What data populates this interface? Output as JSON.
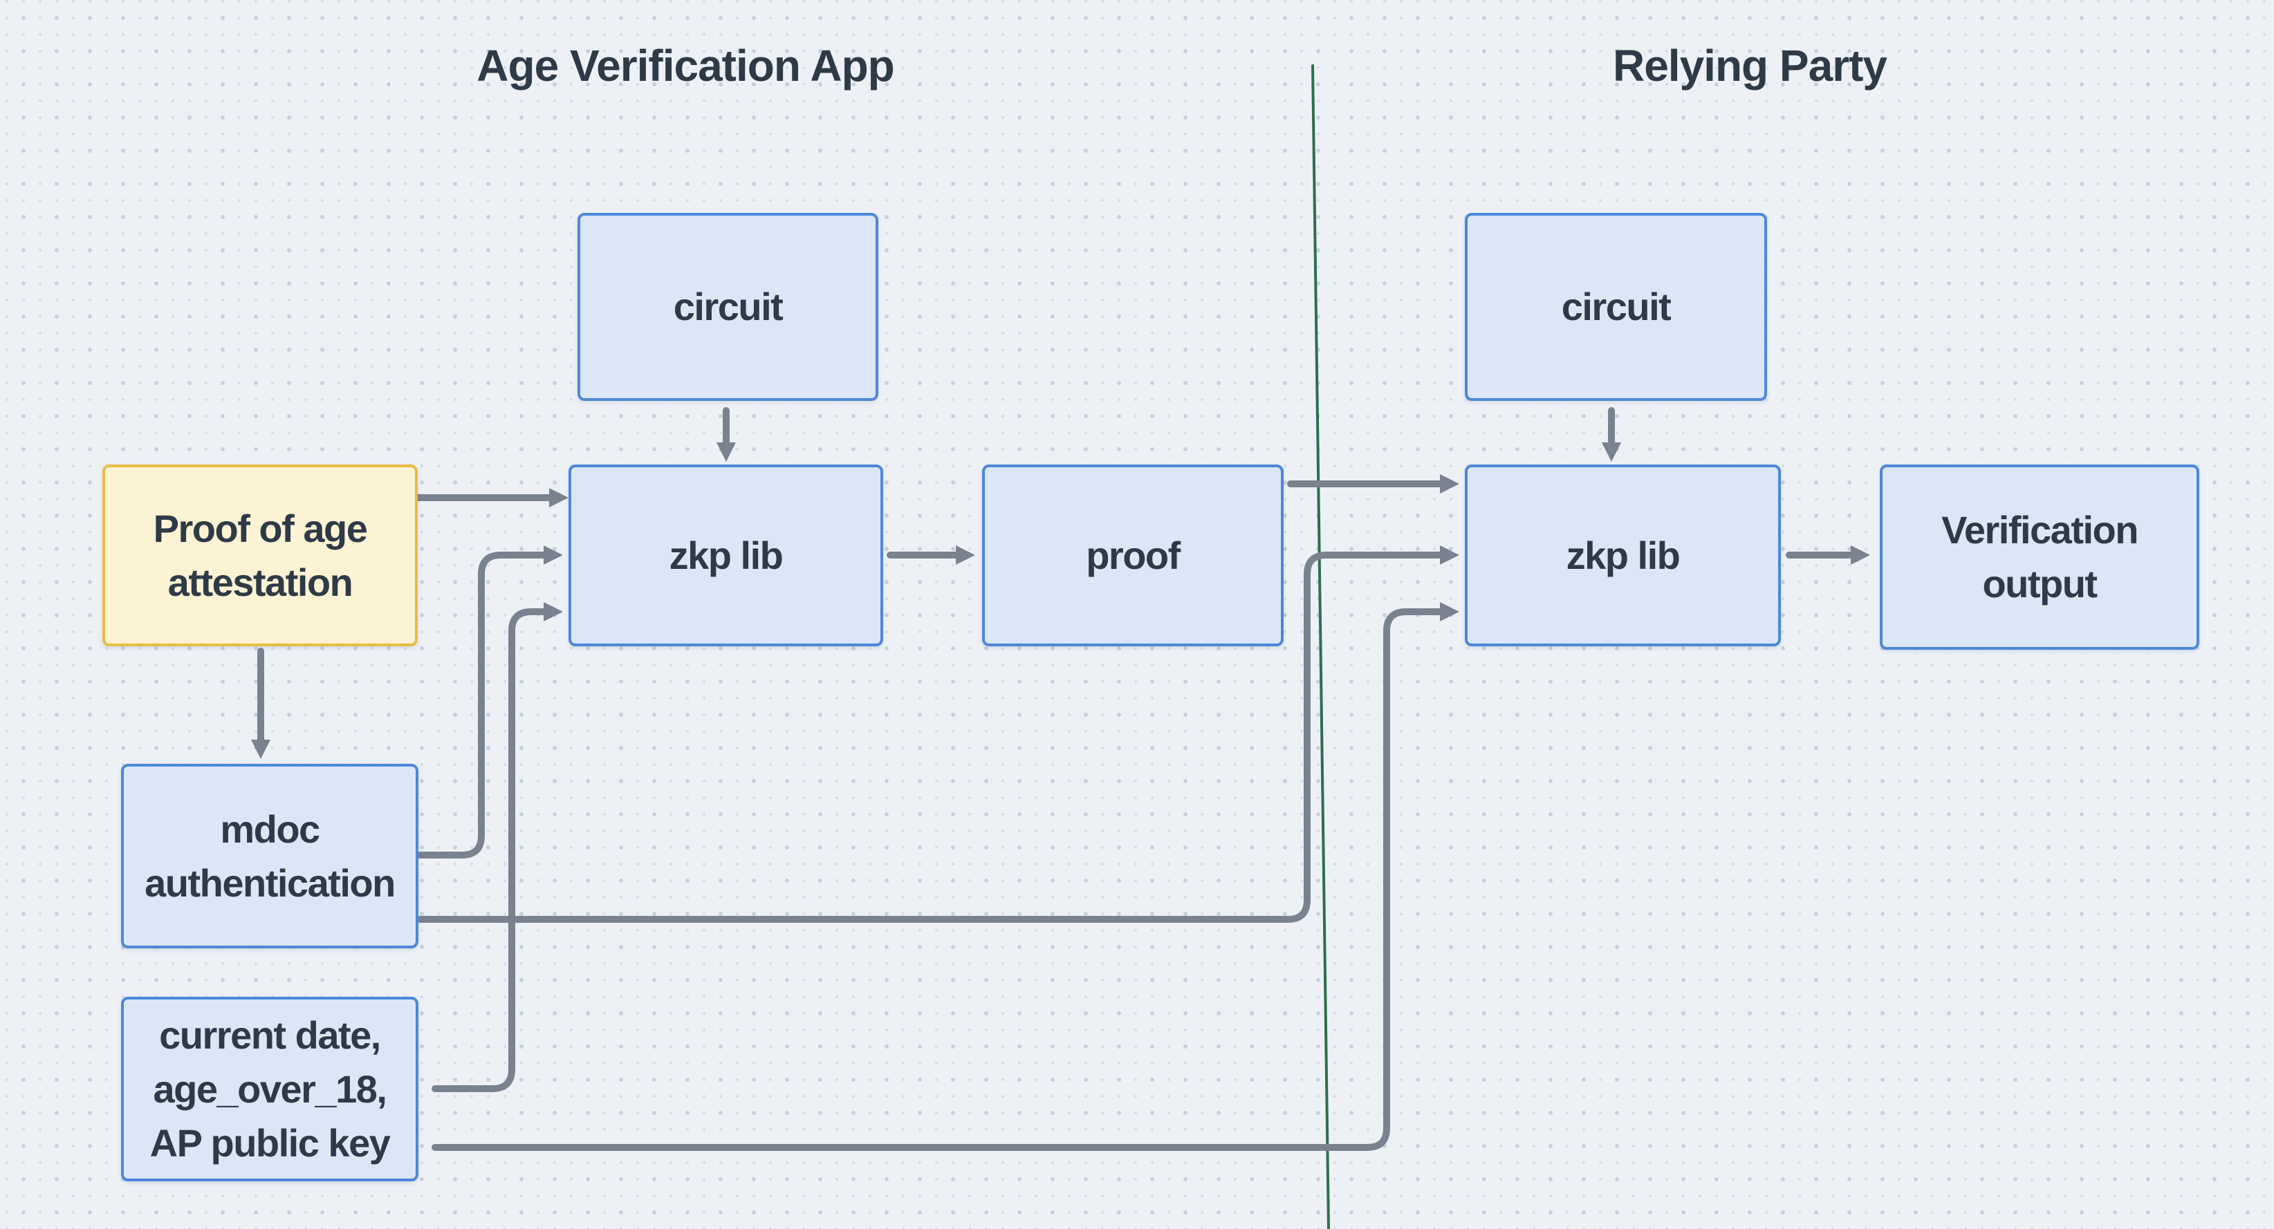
{
  "titles": {
    "left": "Age Verification App",
    "right": "Relying Party"
  },
  "nodes": [
    {
      "id": "circuit-left",
      "label": "circuit"
    },
    {
      "id": "proof-of-age-attestation",
      "label": "Proof of age\nattestation"
    },
    {
      "id": "zkp-lib-left",
      "label": "zkp lib"
    },
    {
      "id": "proof",
      "label": "proof"
    },
    {
      "id": "mdoc-authentication",
      "label": "mdoc\nauthentication"
    },
    {
      "id": "current-date-inputs",
      "label": "current date,\nage_over_18,\nAP public key"
    },
    {
      "id": "circuit-right",
      "label": "circuit"
    },
    {
      "id": "zkp-lib-right",
      "label": "zkp lib"
    },
    {
      "id": "verification-output",
      "label": "Verification\noutput"
    }
  ],
  "edges": [
    {
      "from": "circuit-left",
      "to": "zkp-lib-left"
    },
    {
      "from": "proof-of-age-attestation",
      "to": "zkp-lib-left"
    },
    {
      "from": "proof-of-age-attestation",
      "to": "mdoc-authentication"
    },
    {
      "from": "mdoc-authentication",
      "to": "zkp-lib-left"
    },
    {
      "from": "current-date-inputs",
      "to": "zkp-lib-left"
    },
    {
      "from": "zkp-lib-left",
      "to": "proof"
    },
    {
      "from": "proof",
      "to": "zkp-lib-right"
    },
    {
      "from": "mdoc-authentication",
      "to": "zkp-lib-right"
    },
    {
      "from": "current-date-inputs",
      "to": "zkp-lib-right"
    },
    {
      "from": "circuit-right",
      "to": "zkp-lib-right"
    },
    {
      "from": "zkp-lib-right",
      "to": "verification-output"
    }
  ],
  "colors": {
    "bg": "#edf1f6",
    "dot-minor": "#d7dde6",
    "dot-major": "#c5cedb",
    "blue-border": "#4d87d9",
    "blue-fill": "#dbe6f6",
    "yellow-border": "#e8bb45",
    "yellow-fill": "#fcf3d4",
    "arrow": "#79828e",
    "divider": "#2e6e4e",
    "text": "#2e3a46"
  }
}
